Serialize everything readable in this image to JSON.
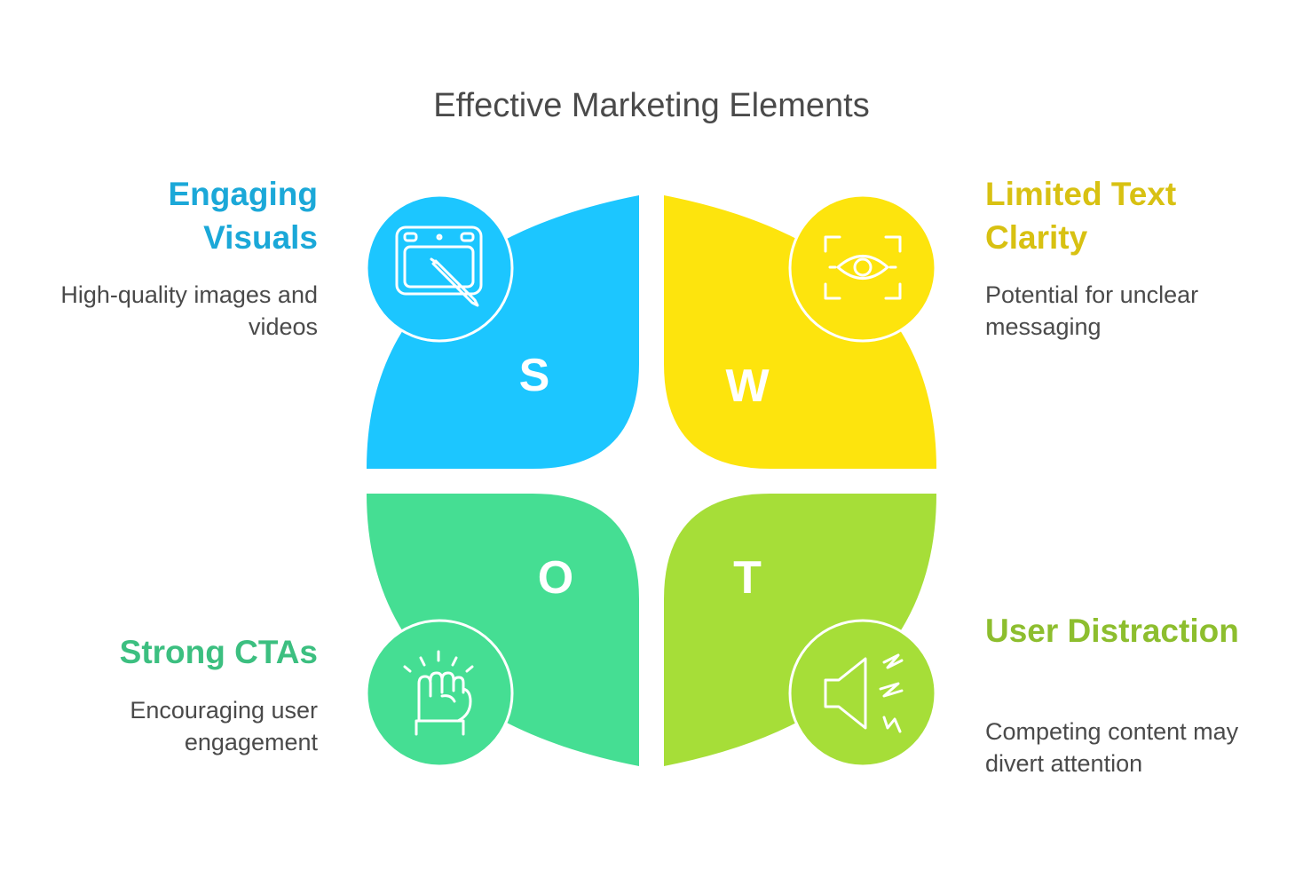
{
  "title": "Effective Marketing Elements",
  "colors": {
    "strength": "#1CC6FF",
    "strength_text": "#1BA8D8",
    "weakness": "#FDE40D",
    "weakness_text": "#D8C112",
    "opportunity": "#45DE93",
    "opportunity_text": "#3CBF80",
    "threat": "#A6DE38",
    "threat_text": "#8DBE2E",
    "text": "#4a4a4a"
  },
  "quadrants": {
    "strength": {
      "letter": "S",
      "heading": "Engaging Visuals",
      "description": "High-quality images and videos",
      "icon": "drawing-tablet-icon"
    },
    "weakness": {
      "letter": "W",
      "heading": "Limited Text Clarity",
      "description": "Potential for unclear messaging",
      "icon": "eye-focus-icon"
    },
    "opportunity": {
      "letter": "O",
      "heading": "Strong CTAs",
      "description": "Encouraging user engagement",
      "icon": "raised-fist-icon"
    },
    "threat": {
      "letter": "T",
      "heading": "User Distraction",
      "description": "Competing content may divert attention",
      "icon": "speaker-noise-icon"
    }
  }
}
